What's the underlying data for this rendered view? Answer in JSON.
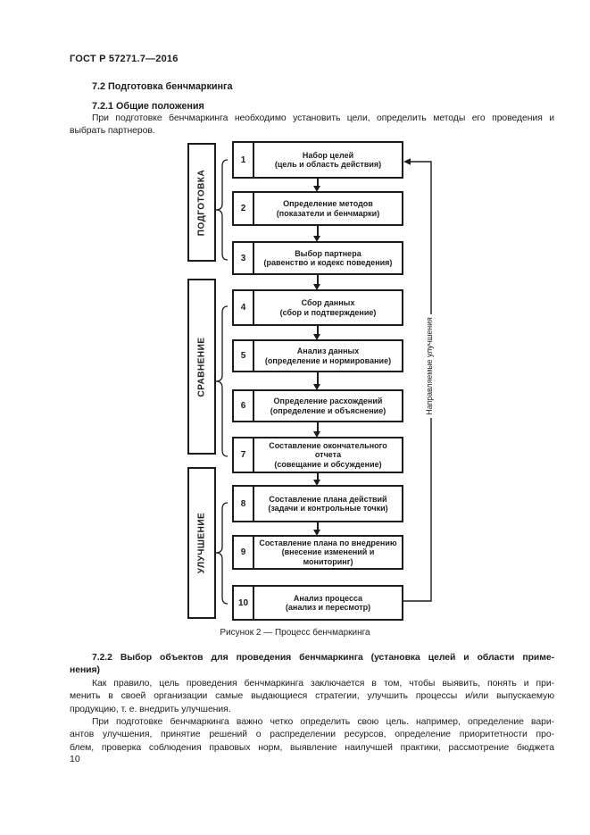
{
  "page": {
    "doc_number": "ГОСТ Р 57271.7—2016",
    "page_number": "10"
  },
  "content": {
    "heading_72": "7.2 Подготовка бенчмаркинга",
    "heading_721": "7.2.1 Общие положения",
    "para_721_lines": [
      "При подготовке бенчмаркинга необходимо установить цели, определить методы его проведения и",
      "выбрать партнеров."
    ],
    "heading_722_lines": [
      "7.2.2 Выбор объектов для проведения бенчмаркинга (установка целей и области приме-",
      "нения)"
    ],
    "para_722a_lines": [
      "Как правило, цель проведения бенчмаркинга заключается в том, чтобы выявить, понять и при-",
      "менить в своей организации самые выдающиеся стратегии, улучшить процессы и/или выпускаемую",
      "продукцию, т. е. внедрить улучшения."
    ],
    "para_722b_lines": [
      "При подготовке бенчмаркинга важно четко определить свою цель. например, определение вари-",
      "антов улучшения, принятие решений о распределении ресурсов, определение приоритетности про-",
      "блем, проверка соблюдения правовых норм, выявление наилучшей практики, рассмотрение бюджета"
    ]
  },
  "figure": {
    "caption": "Рисунок 2 — Процесс бенчмаркинга",
    "feedback_label": "Направляемые улучшения",
    "stages": [
      {
        "label": "ПОДГОТОВКА"
      },
      {
        "label": "СРАВНЕНИЕ"
      },
      {
        "label": "УЛУЧШЕНИЕ"
      }
    ],
    "steps": [
      {
        "num": "1",
        "title": "Набор целей",
        "subtitle": "(цель и область действия)"
      },
      {
        "num": "2",
        "title": "Определение методов",
        "subtitle": "(показатели и бенчмарки)"
      },
      {
        "num": "3",
        "title": "Выбор партнера",
        "subtitle": "(равенство и кодекс поведения)"
      },
      {
        "num": "4",
        "title": "Сбор данных",
        "subtitle": "(сбор и подтверждение)"
      },
      {
        "num": "5",
        "title": "Анализ данных",
        "subtitle": "(определение и нормирование)"
      },
      {
        "num": "6",
        "title": "Определение расхождений",
        "subtitle": "(определение и объяснение)"
      },
      {
        "num": "7",
        "title": "Составление окончательного отчета",
        "subtitle": "(совещание и обсуждение)"
      },
      {
        "num": "8",
        "title": "Составление плана действий",
        "subtitle": "(задачи и контрольные точки)"
      },
      {
        "num": "9",
        "title": "Составление плана по внедрению",
        "subtitle": "(внесение изменений и мониторинг)"
      },
      {
        "num": "10",
        "title": "Анализ процесса",
        "subtitle": "(анализ и пересмотр)"
      }
    ]
  }
}
